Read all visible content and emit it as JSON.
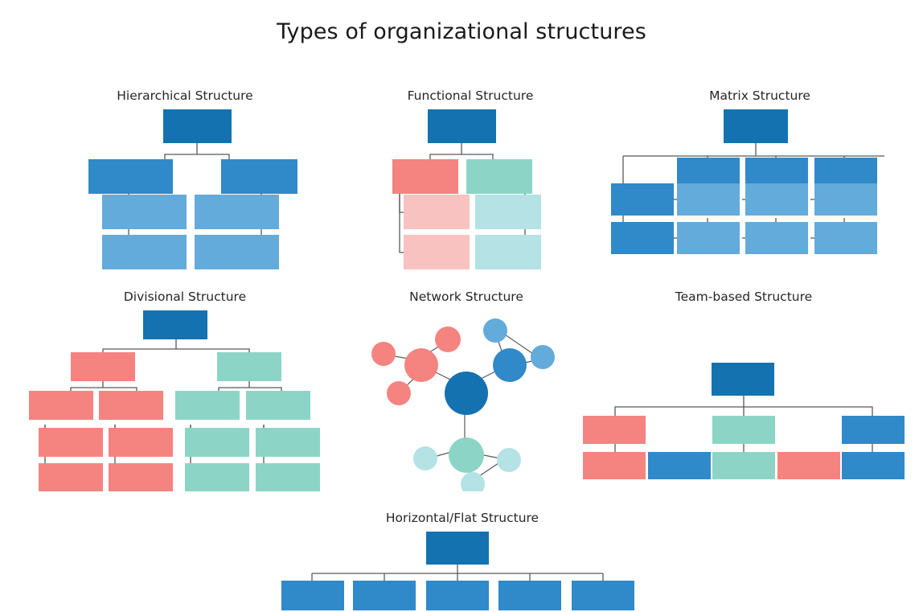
{
  "page": {
    "title": "Types of organizational structures",
    "background": "#ffffff"
  },
  "palette": {
    "dark_blue": "#1572B0",
    "medium_blue": "#3089C8",
    "light_blue": "#63ABDB",
    "salmon": "#F58380",
    "light_pink": "#F8C2C1",
    "teal": "#8CD5C6",
    "light_teal": "#B4E2E5",
    "connector": "#595959"
  },
  "charts": [
    {
      "id": "hierarchical",
      "title": "Hierarchical Structure",
      "type": "diagram",
      "levels": [
        {
          "name": "root",
          "count": 1,
          "color": "dark_blue"
        },
        {
          "name": "managers",
          "count": 2,
          "color": "medium_blue"
        },
        {
          "name": "staff",
          "count": 4,
          "color": "light_blue"
        }
      ]
    },
    {
      "id": "functional",
      "title": "Functional Structure",
      "type": "diagram",
      "levels": [
        {
          "name": "root",
          "count": 1,
          "color": "dark_blue"
        },
        {
          "name": "functions",
          "count": 2,
          "color": "salmon,teal"
        },
        {
          "name": "sub-functions",
          "count": 4,
          "color": "light_pink,light_teal"
        }
      ]
    },
    {
      "id": "matrix",
      "title": "Matrix Structure",
      "type": "diagram",
      "levels": [
        {
          "name": "root",
          "count": 1,
          "color": "dark_blue"
        },
        {
          "name": "project-columns",
          "count": 3,
          "color": "medium_blue"
        },
        {
          "name": "function-rows",
          "count": 2,
          "color": "medium_blue"
        },
        {
          "name": "grid-cells",
          "count": 6,
          "color": "light_blue"
        }
      ]
    },
    {
      "id": "divisional",
      "title": "Divisional Structure",
      "type": "diagram",
      "levels": [
        {
          "name": "root",
          "count": 1,
          "color": "dark_blue"
        },
        {
          "name": "divisions",
          "count": 2,
          "color": "salmon,teal"
        },
        {
          "name": "department-heads",
          "count": 4,
          "color": "salmon,teal"
        },
        {
          "name": "teams",
          "count": 8,
          "color": "salmon,teal"
        }
      ]
    },
    {
      "id": "network",
      "title": "Network Structure",
      "type": "network",
      "nodes": [
        {
          "id": "core",
          "color": "dark_blue",
          "size": "large"
        },
        {
          "id": "hub-red",
          "color": "salmon",
          "size": "medium"
        },
        {
          "id": "red-a",
          "color": "salmon",
          "size": "small"
        },
        {
          "id": "red-b",
          "color": "salmon",
          "size": "small"
        },
        {
          "id": "red-c",
          "color": "salmon",
          "size": "small"
        },
        {
          "id": "hub-blue",
          "color": "medium_blue",
          "size": "medium"
        },
        {
          "id": "blue-a",
          "color": "light_blue",
          "size": "small"
        },
        {
          "id": "blue-b",
          "color": "light_blue",
          "size": "small"
        },
        {
          "id": "hub-teal",
          "color": "teal",
          "size": "medium"
        },
        {
          "id": "teal-a",
          "color": "light_teal",
          "size": "small"
        },
        {
          "id": "teal-b",
          "color": "light_teal",
          "size": "small"
        },
        {
          "id": "teal-c",
          "color": "light_teal",
          "size": "small"
        }
      ],
      "edges": [
        [
          "core",
          "hub-red"
        ],
        [
          "core",
          "hub-blue"
        ],
        [
          "core",
          "hub-teal"
        ],
        [
          "hub-red",
          "red-a"
        ],
        [
          "hub-red",
          "red-b"
        ],
        [
          "hub-red",
          "red-c"
        ],
        [
          "hub-blue",
          "blue-a"
        ],
        [
          "hub-blue",
          "blue-b"
        ],
        [
          "blue-a",
          "blue-b"
        ],
        [
          "hub-teal",
          "teal-a"
        ],
        [
          "hub-teal",
          "teal-b"
        ],
        [
          "hub-teal",
          "teal-c"
        ],
        [
          "teal-b",
          "teal-c"
        ]
      ]
    },
    {
      "id": "team-based",
      "title": "Team-based Structure",
      "type": "diagram",
      "levels": [
        {
          "name": "root",
          "count": 1,
          "color": "dark_blue"
        },
        {
          "name": "team-leads",
          "count": 3,
          "color": "salmon,teal,medium_blue"
        },
        {
          "name": "team-members",
          "count": 5,
          "color": "salmon,medium_blue,teal,salmon,medium_blue"
        }
      ]
    },
    {
      "id": "horizontal-flat",
      "title": "Horizontal/Flat Structure",
      "type": "diagram",
      "levels": [
        {
          "name": "root",
          "count": 1,
          "color": "dark_blue"
        },
        {
          "name": "employees",
          "count": 5,
          "color": "medium_blue"
        }
      ]
    }
  ]
}
